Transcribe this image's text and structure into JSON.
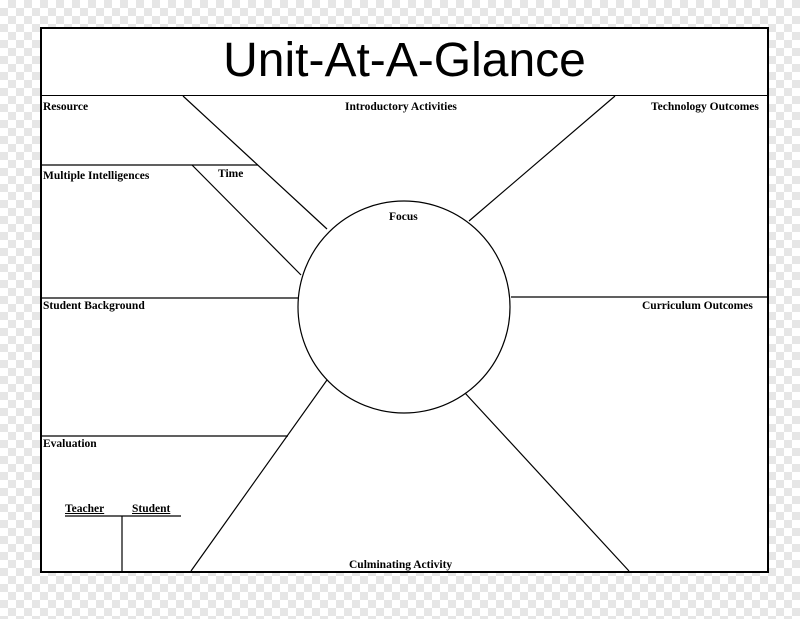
{
  "title": "Unit-At-A-Glance",
  "sections": {
    "resource": "Resource",
    "introductory_activities": "Introductory Activities",
    "technology_outcomes": "Technology Outcomes",
    "multiple_intelligences": "Multiple Intelligences",
    "time": "Time",
    "focus": "Focus",
    "student_background": "Student Background",
    "curriculum_outcomes": "Curriculum Outcomes",
    "evaluation": "Evaluation",
    "teacher": "Teacher",
    "student": "Student",
    "culminating_activity": "Culminating Activity"
  }
}
